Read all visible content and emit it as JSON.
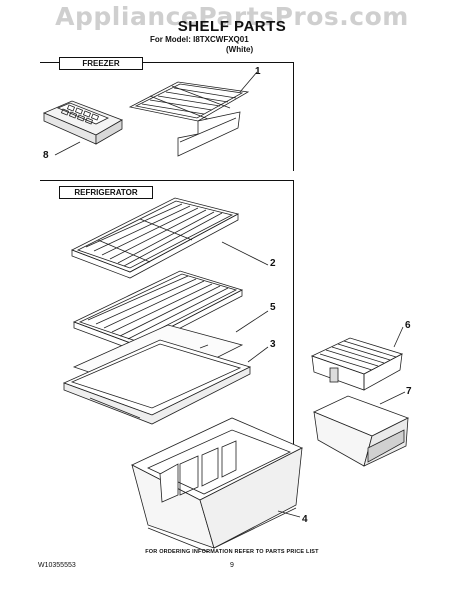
{
  "watermark": "AppliancePartsPros.com",
  "header": {
    "title": "SHELF PARTS",
    "model": "For Model: I8TXCWFXQ01",
    "color": "(White)"
  },
  "sections": {
    "freezer": "FREEZER",
    "refrigerator": "REFRIGERATOR"
  },
  "callouts": [
    "1",
    "8",
    "2",
    "5",
    "3",
    "6",
    "7",
    "4"
  ],
  "footer": {
    "note": "FOR ORDERING INFORMATION REFER TO PARTS PRICE LIST",
    "doc_number": "W10355553",
    "page": "9"
  }
}
